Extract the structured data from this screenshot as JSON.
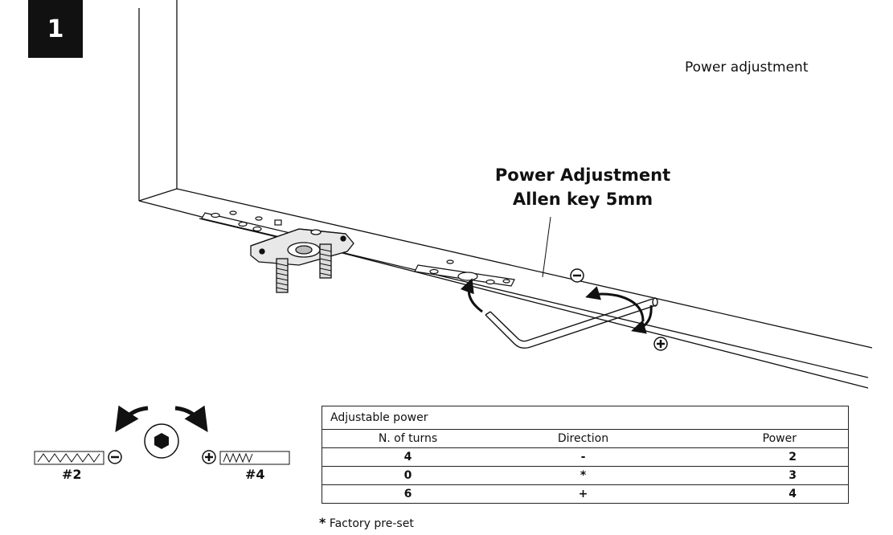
{
  "step": {
    "number": "1"
  },
  "caption": "Power adjustment",
  "callout": {
    "line1": "Power Adjustment",
    "line2": "Allen key 5mm"
  },
  "direction_signs": {
    "minus": "−",
    "plus": "+"
  },
  "springs": {
    "left_label": "#2",
    "right_label": "#4"
  },
  "table": {
    "title": "Adjustable power",
    "headers": [
      "N. of turns",
      "Direction",
      "Power"
    ],
    "rows": [
      [
        "4",
        "-",
        "2"
      ],
      [
        "0",
        "*",
        "3"
      ],
      [
        "6",
        "+",
        "4"
      ]
    ]
  },
  "footnote": {
    "star": "*",
    "text": "Factory pre-set"
  }
}
